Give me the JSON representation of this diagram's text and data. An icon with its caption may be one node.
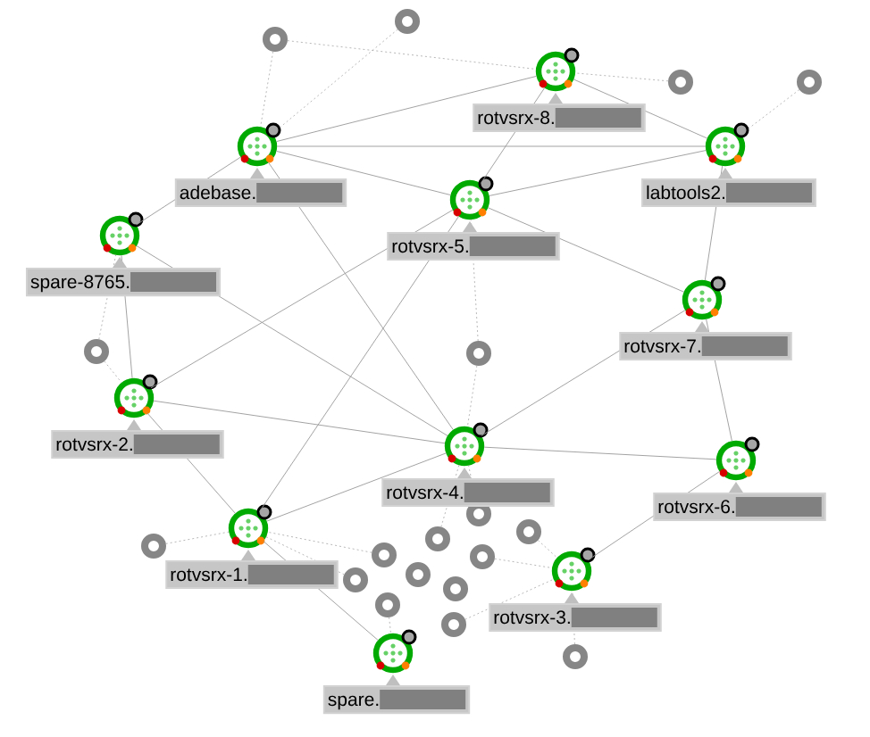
{
  "diagram": {
    "nodes": [
      {
        "text": [
          "rotvsrx-8."
        ]
      },
      {
        "text": [
          "adebase."
        ]
      },
      {
        "text": [
          "labtools2."
        ]
      },
      {
        "text": [
          "rotvsrx-5."
        ]
      },
      {
        "text": [
          "spare-8765."
        ]
      },
      {
        "text": [
          "rotvsrx-7."
        ]
      },
      {
        "text": [
          "rotvsrx-2."
        ]
      },
      {
        "text": [
          "rotvsrx-4."
        ]
      },
      {
        "text": [
          "rotvsrx-6."
        ]
      },
      {
        "text": [
          "rotvsrx-1."
        ]
      },
      {
        "text": [
          "rotvsrx-3."
        ]
      },
      {
        "text": [
          "spare."
        ]
      },
      {
        "text": [],
        "shape": "circle"
      },
      {
        "text": [],
        "shape": "circle"
      },
      {
        "text": [],
        "shape": "circle"
      },
      {
        "text": [],
        "shape": "circle"
      },
      {
        "text": [],
        "shape": "circle"
      },
      {
        "text": [],
        "shape": "circle"
      },
      {
        "text": [],
        "shape": "circle"
      },
      {
        "text": [],
        "shape": "circle"
      },
      {
        "text": [],
        "shape": "circle"
      },
      {
        "text": [],
        "shape": "circle"
      },
      {
        "text": [],
        "shape": "circle"
      },
      {
        "text": [],
        "shape": "circle"
      },
      {
        "text": [],
        "shape": "circle"
      },
      {
        "text": [],
        "shape": "circle"
      },
      {
        "text": [],
        "shape": "circle"
      },
      {
        "text": [],
        "shape": "circle"
      },
      {
        "text": [],
        "shape": "circle"
      },
      {
        "text": [],
        "shape": "circle"
      }
    ],
    "edges": [
      {
        "from": 0,
        "to": 1,
        "arrow": "none"
      },
      {
        "from": 0,
        "to": 2,
        "arrow": "none"
      },
      {
        "from": 0,
        "to": 3,
        "arrow": "none"
      },
      {
        "from": 1,
        "to": 2,
        "arrow": "none"
      },
      {
        "from": 1,
        "to": 3,
        "arrow": "none"
      },
      {
        "from": 1,
        "to": 4,
        "arrow": "none"
      },
      {
        "from": 1,
        "to": 7,
        "arrow": "none"
      },
      {
        "from": 2,
        "to": 3,
        "arrow": "none"
      },
      {
        "from": 2,
        "to": 5,
        "arrow": "none"
      },
      {
        "from": 3,
        "to": 5,
        "arrow": "none"
      },
      {
        "from": 3,
        "to": 6,
        "arrow": "none"
      },
      {
        "from": 3,
        "to": 9,
        "arrow": "none"
      },
      {
        "from": 4,
        "to": 6,
        "arrow": "none"
      },
      {
        "from": 4,
        "to": 7,
        "arrow": "none"
      },
      {
        "from": 5,
        "to": 7,
        "arrow": "none"
      },
      {
        "from": 5,
        "to": 8,
        "arrow": "none"
      },
      {
        "from": 6,
        "to": 7,
        "arrow": "none"
      },
      {
        "from": 6,
        "to": 9,
        "arrow": "none"
      },
      {
        "from": 7,
        "to": 8,
        "arrow": "none"
      },
      {
        "from": 7,
        "to": 9,
        "arrow": "none"
      },
      {
        "from": 8,
        "to": 10,
        "arrow": "none"
      },
      {
        "from": 9,
        "to": 11,
        "arrow": "none"
      },
      {
        "from": 12,
        "to": 1,
        "arrow": "none",
        "style": "dashed"
      },
      {
        "from": 12,
        "to": 0,
        "arrow": "none",
        "style": "dashed"
      },
      {
        "from": 13,
        "to": 1,
        "arrow": "none",
        "style": "dashed"
      },
      {
        "from": 14,
        "to": 0,
        "arrow": "none",
        "style": "dashed"
      },
      {
        "from": 15,
        "to": 2,
        "arrow": "none",
        "style": "dashed"
      },
      {
        "from": 16,
        "to": 4,
        "arrow": "none",
        "style": "dashed"
      },
      {
        "from": 16,
        "to": 6,
        "arrow": "none",
        "style": "dashed"
      },
      {
        "from": 17,
        "to": 3,
        "arrow": "none",
        "style": "dashed"
      },
      {
        "from": 17,
        "to": 7,
        "arrow": "none",
        "style": "dashed"
      },
      {
        "from": 18,
        "to": 9,
        "arrow": "none",
        "style": "dashed"
      },
      {
        "from": 19,
        "to": 10,
        "arrow": "none",
        "style": "dashed"
      },
      {
        "from": 20,
        "to": 7,
        "arrow": "none",
        "style": "dashed"
      },
      {
        "from": 21,
        "to": 7,
        "arrow": "none",
        "style": "dashed"
      },
      {
        "from": 22,
        "to": 9,
        "arrow": "none",
        "style": "dashed"
      },
      {
        "from": 23,
        "to": 10,
        "arrow": "none",
        "style": "dashed"
      },
      {
        "from": 25,
        "to": 9,
        "arrow": "none",
        "style": "dashed"
      },
      {
        "from": 27,
        "to": 11,
        "arrow": "none",
        "style": "dashed"
      },
      {
        "from": 28,
        "to": 10,
        "arrow": "none",
        "style": "dashed"
      },
      {
        "from": 29,
        "to": 10,
        "arrow": "none",
        "style": "dashed"
      }
    ]
  }
}
